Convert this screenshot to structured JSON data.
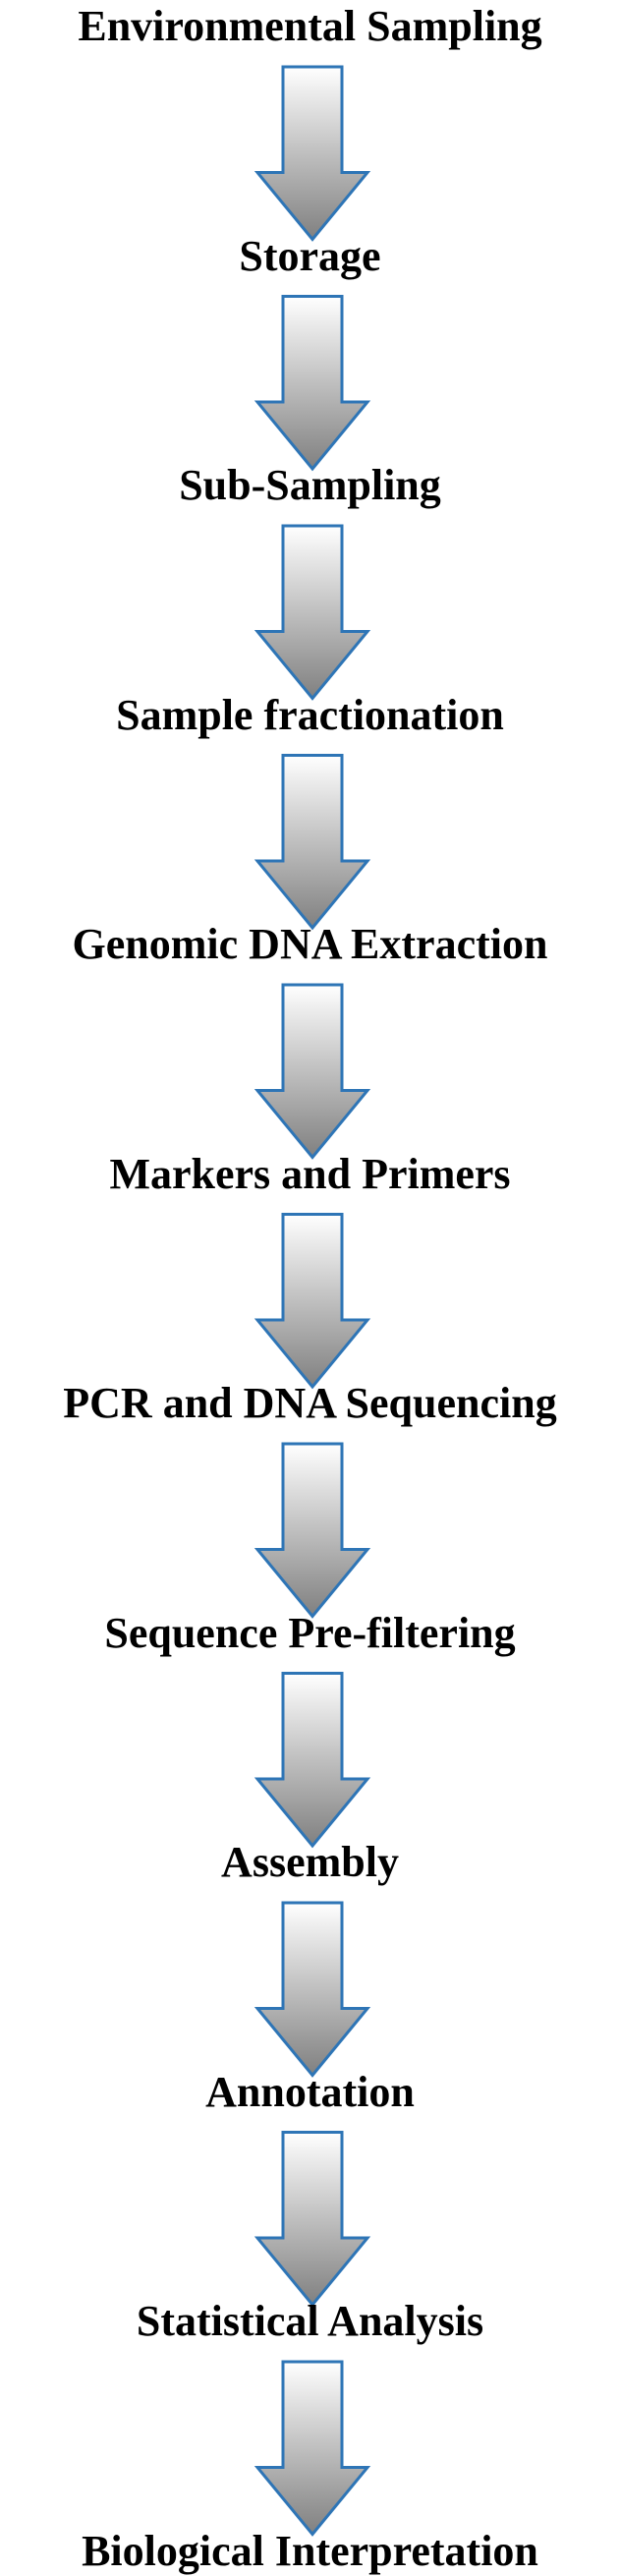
{
  "steps": [
    "Environmental Sampling",
    "Storage",
    "Sub-Sampling",
    "Sample fractionation",
    "Genomic DNA Extraction",
    "Markers and Primers",
    "PCR and DNA Sequencing",
    "Sequence Pre-filtering",
    "Assembly",
    "Annotation",
    "Statistical Analysis",
    "Biological Interpretation"
  ],
  "colors": {
    "text": "#000000",
    "arrow_outline": "#2e75b6",
    "arrow_fill_top": "#ffffff",
    "arrow_fill_bottom": "#808080"
  }
}
